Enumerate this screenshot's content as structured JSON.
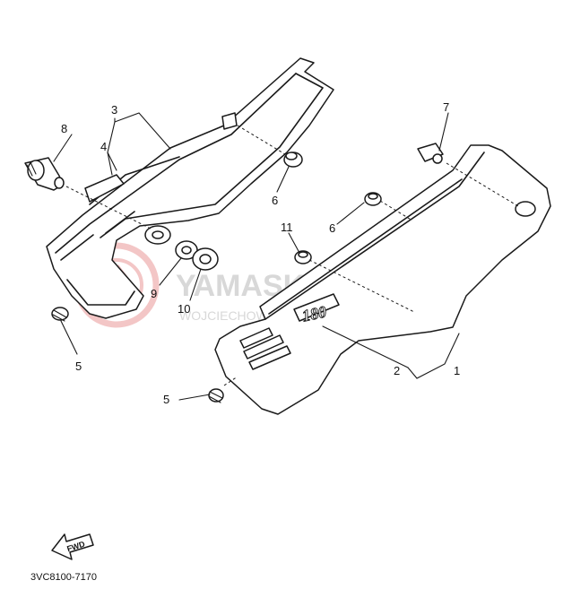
{
  "diagram_code": "3VC8100-7170",
  "watermark": {
    "brand": "YAMASKLEP.PL",
    "subtitle": "WOJCIECHOWSKI DEALER YAMAHA"
  },
  "fwd_label": "FWD",
  "emblem_text": "180",
  "callouts": [
    "1",
    "2",
    "3",
    "4",
    "5",
    "5",
    "6",
    "6",
    "7",
    "8",
    "9",
    "10",
    "11"
  ]
}
